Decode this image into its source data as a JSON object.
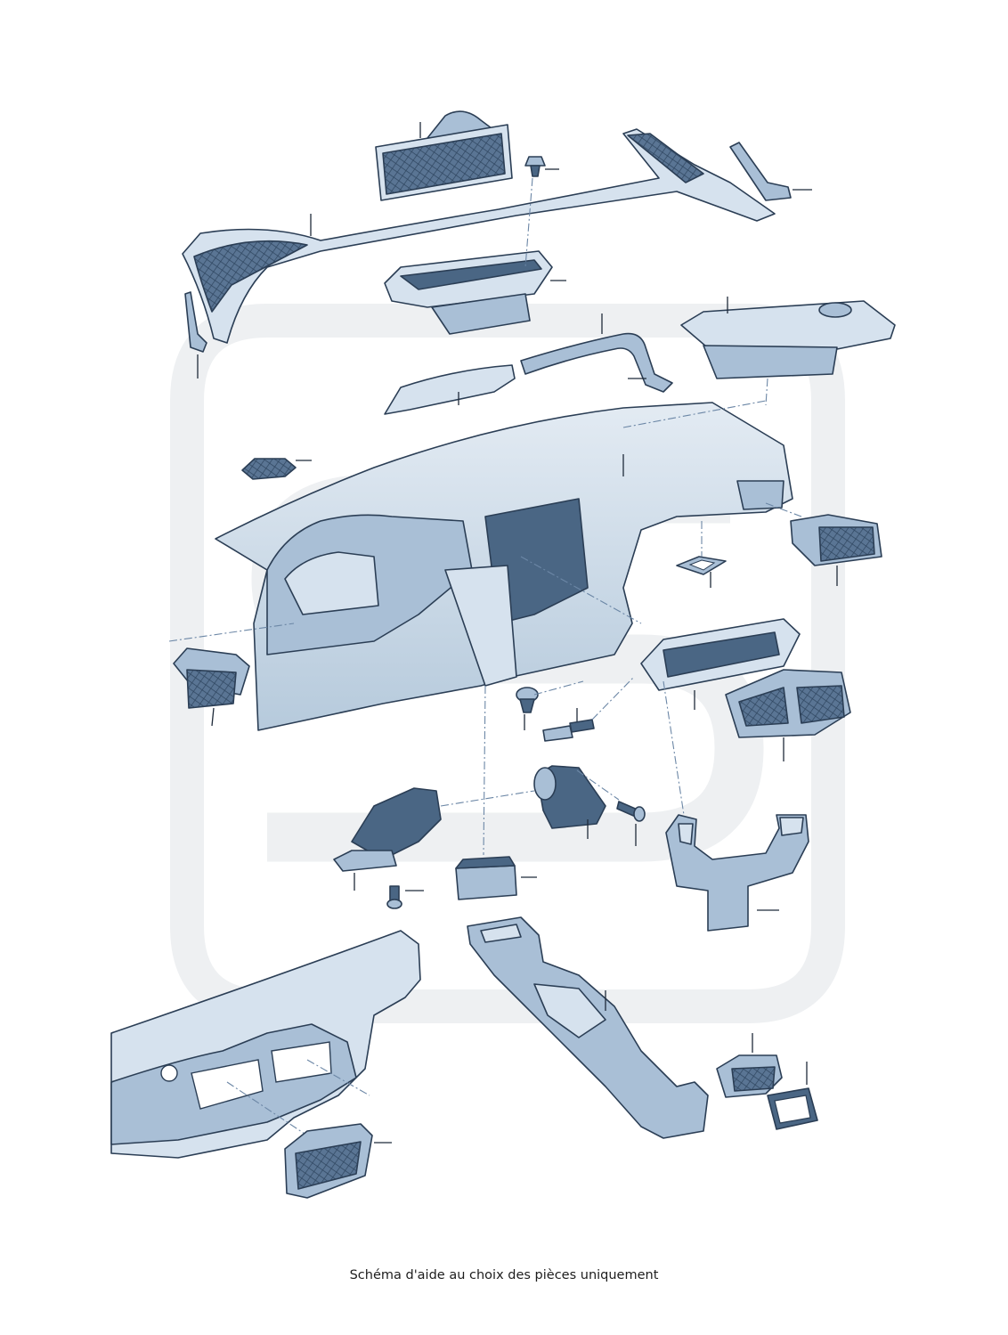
{
  "caption": "Schéma d'aide au choix des pièces uniquement",
  "colors": {
    "part_dark": "#4a6684",
    "part_mid": "#a9bfd6",
    "part_light": "#d6e2ee",
    "outline": "#2b3e55",
    "watermark": "#eef0f2"
  },
  "parts": [
    "upper-speaker-grille",
    "windshield-trim-panel",
    "clip-fastener",
    "right-a-pillar-cover",
    "left-a-pillar-trim",
    "defroster-duct",
    "dash-side-trim",
    "air-hose",
    "passenger-airbag-unit",
    "dashboard",
    "small-speaker-cover",
    "right-outer-air-vent",
    "vent-bezel-ring",
    "left-outer-air-vent",
    "center-vent-housing",
    "center-air-vent",
    "push-clip",
    "connector-plug",
    "left-footwell-duct",
    "screw-left",
    "right-footwell-duct",
    "screw-right",
    "rear-y-duct",
    "center-duct-connector",
    "center-floor-duct",
    "bulkhead-panel",
    "bulkhead-vent-grille",
    "rear-console-vent",
    "rear-vent-frame"
  ]
}
